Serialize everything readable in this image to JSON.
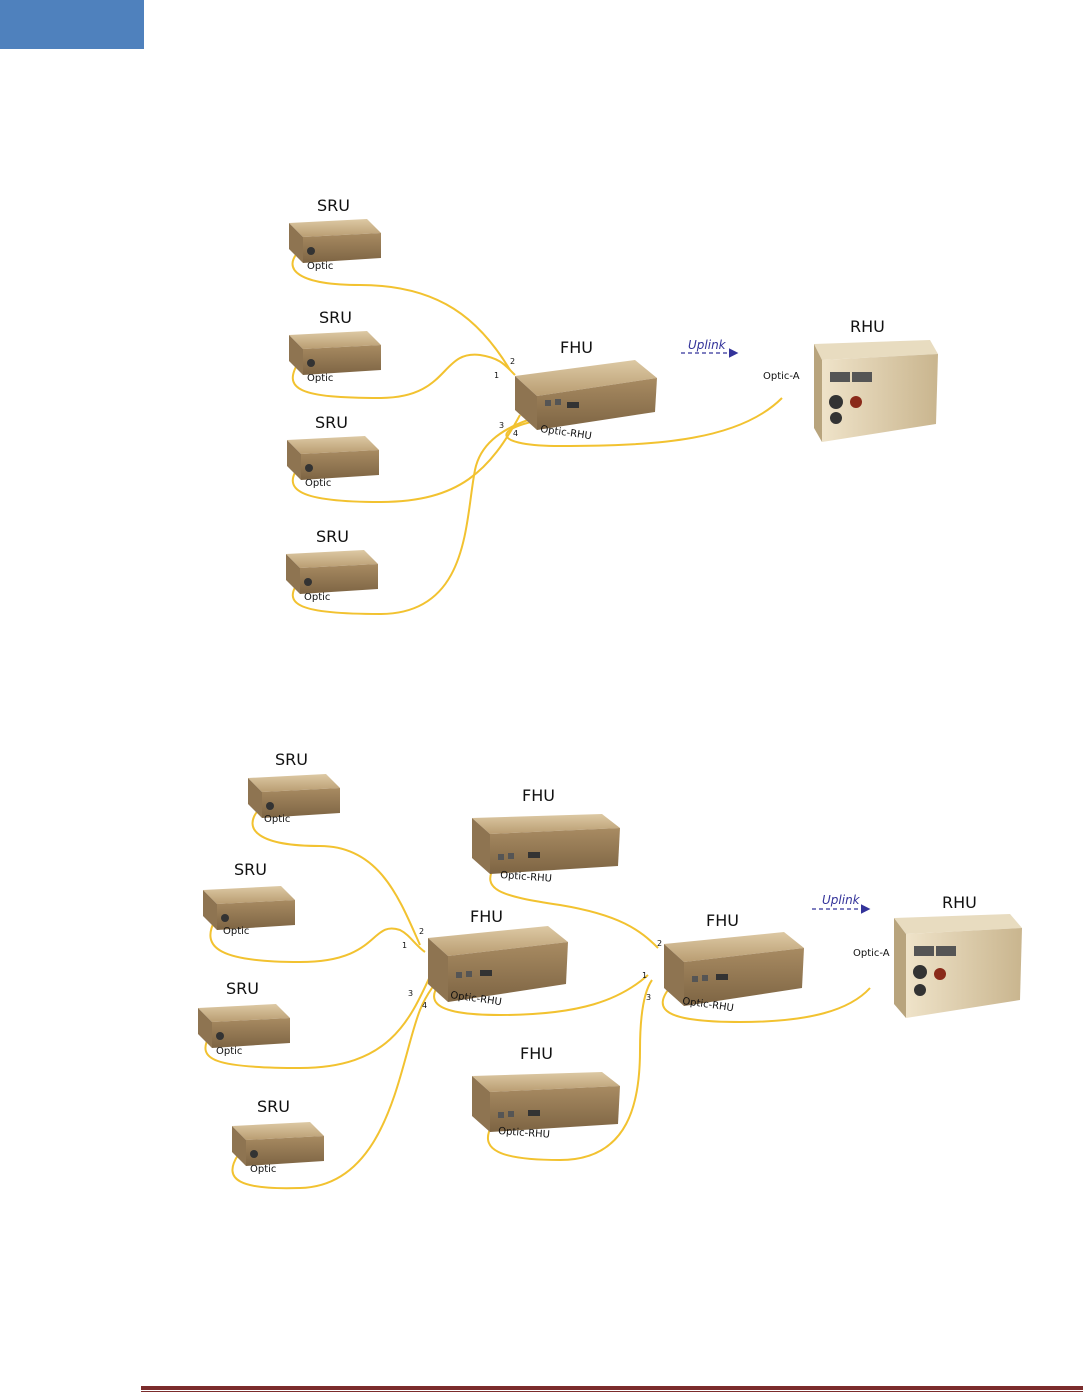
{
  "diagram1": {
    "sru_units": [
      {
        "title": "SRU",
        "port_label": "Optic"
      },
      {
        "title": "SRU",
        "port_label": "Optic"
      },
      {
        "title": "SRU",
        "port_label": "Optic"
      },
      {
        "title": "SRU",
        "port_label": "Optic"
      }
    ],
    "fhu": {
      "title": "FHU",
      "port_label": "Optic-RHU",
      "ports": [
        "1",
        "2",
        "3",
        "4"
      ]
    },
    "uplink_label": "Uplink",
    "rhu": {
      "title": "RHU",
      "port_label": "Optic-A"
    }
  },
  "diagram2": {
    "sru_units": [
      {
        "title": "SRU",
        "port_label": "Optic"
      },
      {
        "title": "SRU",
        "port_label": "Optic"
      },
      {
        "title": "SRU",
        "port_label": "Optic"
      },
      {
        "title": "SRU",
        "port_label": "Optic"
      }
    ],
    "fhu_top": {
      "title": "FHU",
      "port_label": "Optic-RHU"
    },
    "fhu_center": {
      "title": "FHU",
      "port_label": "Optic-RHU",
      "ports": [
        "1",
        "2",
        "3",
        "4"
      ]
    },
    "fhu_right": {
      "title": "FHU",
      "port_label": "Optic-RHU",
      "ports": [
        "1",
        "2",
        "3"
      ]
    },
    "fhu_bottom": {
      "title": "FHU",
      "port_label": "Optic-RHU"
    },
    "uplink_label": "Uplink",
    "rhu": {
      "title": "RHU",
      "port_label": "Optic-A"
    }
  },
  "colors": {
    "header_tab": "#4f81bd",
    "cable": "#f2c230",
    "device": "#cbb48e",
    "footer_rule": "#7b2c2c",
    "uplink": "#33339a"
  }
}
